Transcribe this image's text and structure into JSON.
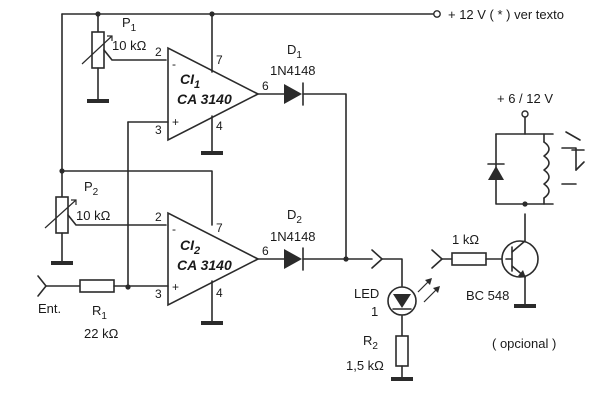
{
  "supply": {
    "main": "+ 12 V ( * ) ver texto",
    "relay": "+ 6 / 12 V"
  },
  "p1": {
    "name": "P",
    "sub": "1",
    "value": "10 kΩ"
  },
  "p2": {
    "name": "P",
    "sub": "2",
    "value": "10 kΩ"
  },
  "ci1": {
    "name": "CI",
    "sub": "1",
    "part": "CA 3140",
    "pins": {
      "inv": "2",
      "noninv": "3",
      "out": "6",
      "vcc": "7",
      "gnd": "4"
    }
  },
  "ci2": {
    "name": "CI",
    "sub": "2",
    "part": "CA 3140",
    "pins": {
      "inv": "2",
      "noninv": "3",
      "out": "6",
      "vcc": "7",
      "gnd": "4"
    }
  },
  "d1": {
    "name": "D",
    "sub": "1",
    "part": "1N4148"
  },
  "d2": {
    "name": "D",
    "sub": "2",
    "part": "1N4148"
  },
  "r1": {
    "name": "R",
    "sub": "1",
    "value": "22 kΩ"
  },
  "r2": {
    "name": "R",
    "sub": "2",
    "value": "1,5 kΩ"
  },
  "rb": {
    "value": "1 kΩ"
  },
  "led": {
    "name": "LED",
    "number": "1"
  },
  "transistor": {
    "part": "BC 548"
  },
  "input_label": "Ent.",
  "optional_label": "( opcional )",
  "opamp_signs": {
    "minus": "-",
    "plus": "+"
  }
}
